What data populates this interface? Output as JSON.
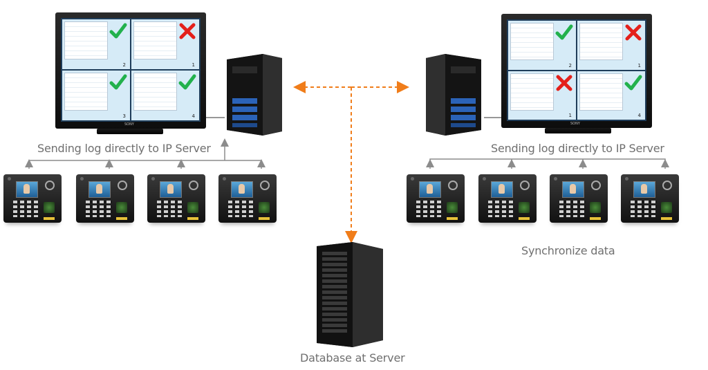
{
  "labels": {
    "left_caption": "Sending log directly to IP Server",
    "right_caption": "Sending log directly to IP Server",
    "sync_caption": "Synchronize data",
    "db_caption": "Database at Server"
  },
  "monitors": {
    "brand": "SONY",
    "left_panes": [
      {
        "mark": "check",
        "number": "2"
      },
      {
        "mark": "cross",
        "number": "1"
      },
      {
        "mark": "check",
        "number": "3"
      },
      {
        "mark": "check",
        "number": "4"
      }
    ],
    "right_panes": [
      {
        "mark": "check",
        "number": "2"
      },
      {
        "mark": "cross",
        "number": "1"
      },
      {
        "mark": "cross",
        "number": "1"
      },
      {
        "mark": "check",
        "number": "4"
      }
    ]
  },
  "colors": {
    "check": "#22b14c",
    "cross": "#e4201b",
    "dashed_arrow": "#f07d1a",
    "gray_arrow": "#8c8c8c",
    "caption": "#6f6f6f"
  },
  "icons": {
    "check": "check-icon",
    "cross": "cross-icon",
    "server": "server-tower-icon",
    "database": "database-server-icon",
    "device": "time-attendance-terminal-icon"
  }
}
